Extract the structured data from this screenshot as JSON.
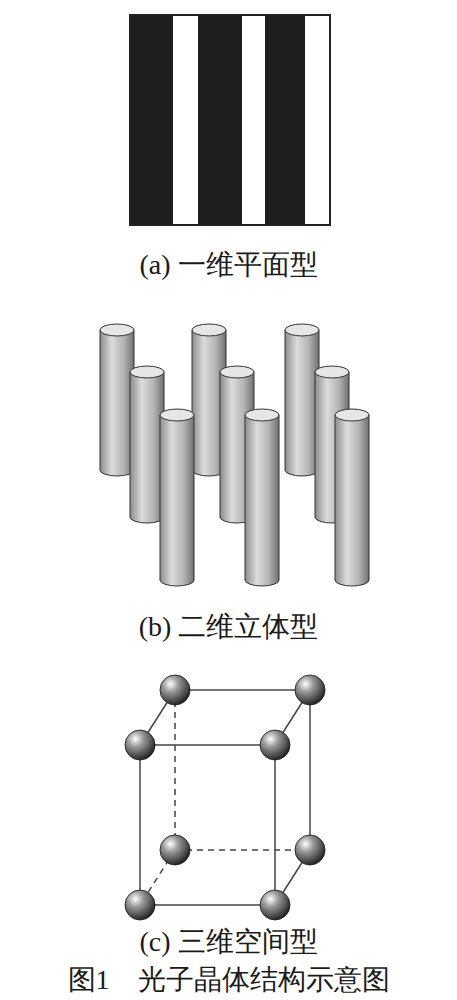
{
  "diagram": {
    "caption": "图1　光子晶体结构示意图",
    "labels": [
      "(a) 一维平面型",
      "(b) 二维立体型",
      "(c) 三维空间型"
    ]
  }
}
